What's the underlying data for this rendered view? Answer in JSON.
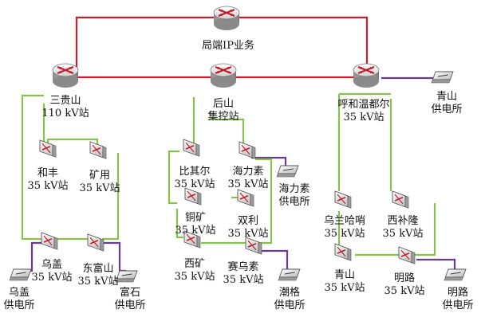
{
  "colors": {
    "ip_link": "#cc1f2d",
    "station_link": "#86c34a",
    "substation_link": "#6b3c8e",
    "router_top": "#d9d9d9",
    "router_side": "#9a9a9a",
    "arrow": "#c01e2a"
  },
  "core": {
    "label": "局端IP业务"
  },
  "hubs": [
    {
      "id": "sanguishan",
      "label": "三贵山\n110 kV站"
    },
    {
      "id": "houshan",
      "label": "后山\n集控站"
    },
    {
      "id": "huhewendur",
      "label": "呼和温都尔\n35 kV站"
    }
  ],
  "switches": [
    {
      "id": "hefeng",
      "label": "和丰\n35 kV站"
    },
    {
      "id": "kuangyong",
      "label": "矿用\n35 kV站"
    },
    {
      "id": "wugai",
      "label": "乌盖\n35 kV站"
    },
    {
      "id": "dongfushan",
      "label": "东富山\n35 kV站"
    },
    {
      "id": "biqier",
      "label": "比其尔\n35 kV站"
    },
    {
      "id": "tongkuang",
      "label": "铜矿\n35 kV站"
    },
    {
      "id": "xikuang",
      "label": "西矿\n35 kV站"
    },
    {
      "id": "hailisu",
      "label": "海力素\n35 kV站"
    },
    {
      "id": "shuangli",
      "label": "双利\n35 kV站"
    },
    {
      "id": "saiwusu",
      "label": "赛乌素\n35 kV站"
    },
    {
      "id": "wulanhashao",
      "label": "乌兰哈哨\n35 kV站"
    },
    {
      "id": "xibulong",
      "label": "西补隆\n35 kV站"
    },
    {
      "id": "qingshan",
      "label": "青山\n35 kV站"
    },
    {
      "id": "minglu",
      "label": "明路\n35 kV站"
    }
  ],
  "supply": [
    {
      "id": "wugai_supply",
      "label": "乌盖\n供电所"
    },
    {
      "id": "fushi_supply",
      "label": "富石\n供电所"
    },
    {
      "id": "hailisu_supply",
      "label": "海力素\n供电所"
    },
    {
      "id": "chaoge_supply",
      "label": "潮格\n供电所"
    },
    {
      "id": "qingshan_supply",
      "label": "青山\n供电所"
    },
    {
      "id": "minglu_supply",
      "label": "明路\n供电所"
    }
  ]
}
